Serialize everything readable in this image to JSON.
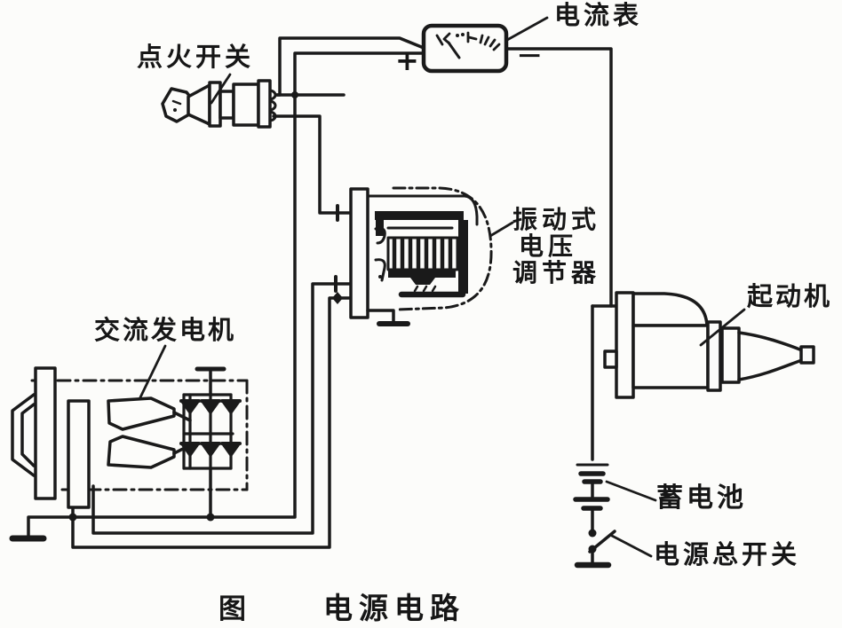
{
  "figure": {
    "caption_fig": "图",
    "caption_title": "电源电路"
  },
  "components": {
    "ammeter": {
      "label": "电流表",
      "plus": "+",
      "minus": "−"
    },
    "ignition_switch": {
      "label": "点火开关"
    },
    "voltage_regulator": {
      "label_line1": "振动式",
      "label_line2": "电压",
      "label_line3": "调节器"
    },
    "alternator": {
      "label": "交流发电机"
    },
    "starter": {
      "label": "起动机"
    },
    "battery": {
      "label": "蓄电池"
    },
    "master_switch": {
      "label": "电源总开关"
    }
  },
  "colors": {
    "ink": "#1a1a1a",
    "paper": "#fcfcfa"
  }
}
